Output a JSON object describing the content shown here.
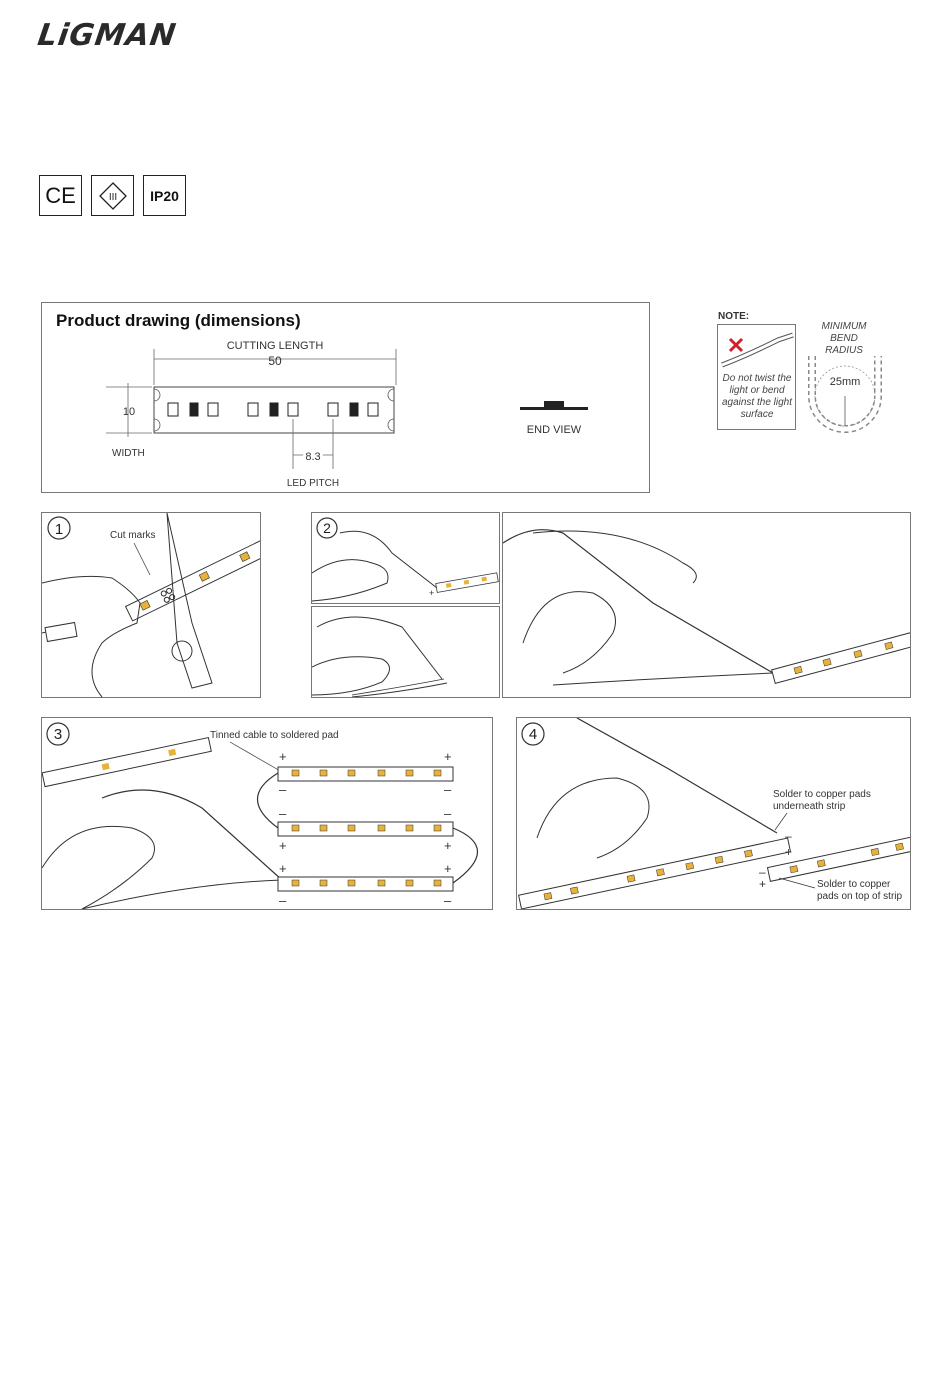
{
  "brand": {
    "logo_text": "LiGMAN"
  },
  "certifications": [
    {
      "name": "ce-mark",
      "label": "CE"
    },
    {
      "name": "class-iii",
      "label": "III"
    },
    {
      "name": "ip-rating",
      "label": "IP20"
    }
  ],
  "product_drawing": {
    "title": "Product drawing (dimensions)",
    "cutting_length_label": "CUTTING LENGTH",
    "cutting_length_value": "50",
    "width_value": "10",
    "width_label": "WIDTH",
    "led_pitch_value": "8.3",
    "led_pitch_label": "LED PITCH",
    "end_view_label": "END VIEW"
  },
  "note": {
    "title": "NOTE:",
    "text": "Do not twist the light or bend against the light surface",
    "bend_label": "MINIMUM BEND RADIUS",
    "bend_value": "25mm"
  },
  "steps": {
    "step1": {
      "number": "1",
      "label": "Cut marks"
    },
    "step2": {
      "number": "2"
    },
    "step3": {
      "number": "3",
      "label": "Tinned cable to soldered pad"
    },
    "step4": {
      "number": "4",
      "label_top": "Solder to copper pads underneath strip",
      "label_bottom": "Solder to copper pads on top of strip"
    }
  },
  "symbols": {
    "plus": "+",
    "minus": "–"
  },
  "colors": {
    "led": "#e8b23a",
    "line": "#333333",
    "warning": "#d0202a"
  }
}
